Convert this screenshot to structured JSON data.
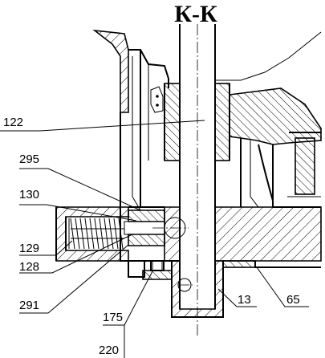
{
  "title": "К-К",
  "labels": {
    "l122": "122",
    "l295": "295",
    "l130": "130",
    "l129": "129",
    "l128": "128",
    "l291": "291",
    "l175": "175",
    "l220": "220",
    "l13": "13",
    "l65": "65"
  }
}
